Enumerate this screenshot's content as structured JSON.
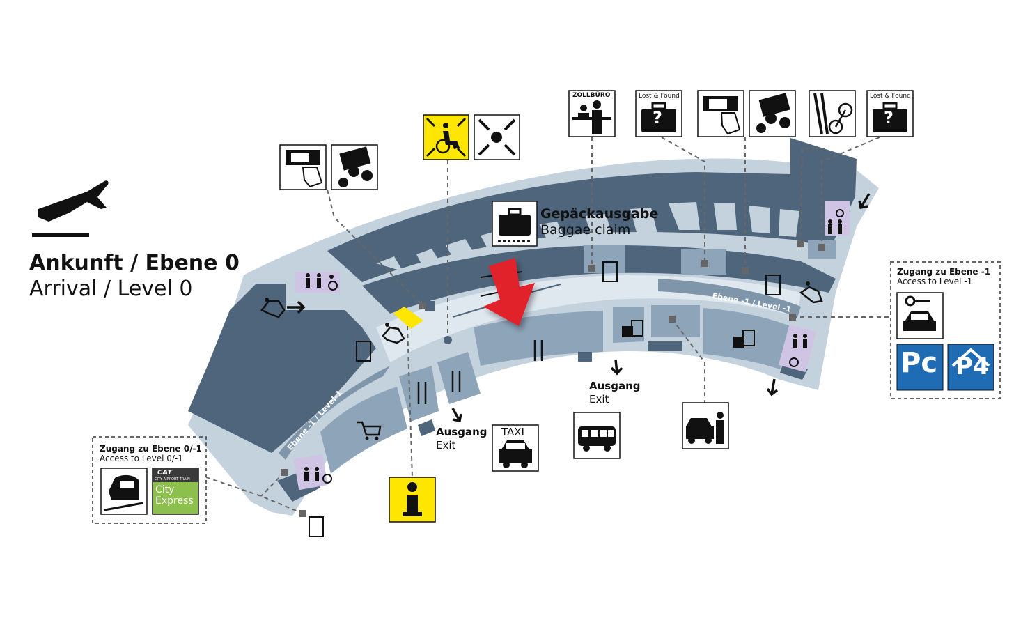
{
  "title": {
    "de": "Ankunft / Ebene 0",
    "en": "Arrival / Level 0"
  },
  "baggage_claim": {
    "de": "Gepäckausgabe",
    "en": "Baggae claim"
  },
  "exits": [
    {
      "de": "Ausgang",
      "en": "Exit"
    },
    {
      "de": "Ausgang",
      "en": "Exit"
    }
  ],
  "level_labels": [
    "Ebene -1 / Level-1",
    "Ebene -1 / Level -1"
  ],
  "access_left": {
    "de": "Zugang zu Ebene 0/-1",
    "en": "Access to Level 0/-1"
  },
  "access_right": {
    "de": "Zugang zu Ebene -1",
    "en": "Access to Level -1"
  },
  "icon_captions": {
    "customs": "ZOLLBÜRO",
    "lost_found": "Lost & Found",
    "taxi": "TAXI",
    "cat": "CAT",
    "cat_sub": "CITY AIRPORT TRAIN",
    "city_express": "City Express",
    "parking_c": "Pc",
    "parking_4": "P4"
  },
  "colors": {
    "building_dark": "#4f657b",
    "building_mid": "#8ea4b9",
    "corridor": "#c4d2de",
    "hall": "#dfe7ef",
    "info_yellow": "#ffe600",
    "arrow_red": "#e2202a",
    "parking_blue": "#1f6cb5",
    "city_express_green": "#8cbf4b",
    "toilet_purple": "#cfc4e3"
  }
}
